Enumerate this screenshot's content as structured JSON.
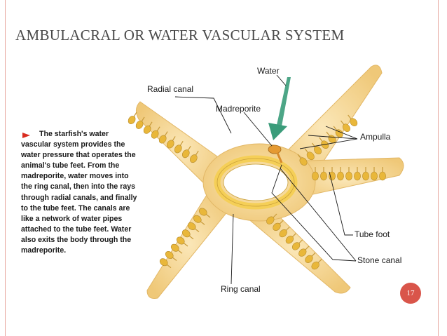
{
  "slide": {
    "title": "AMBULACRAL OR WATER VASCULAR SYSTEM",
    "page_number": "17"
  },
  "figure": {
    "caption": "The starfish's water vascular system provides the water pressure that operates the animal's tube feet. From the madreporite, water moves into the ring canal, then into the rays through radial canals, and finally to the tube feet. The canals are like a network of water pipes attached to the tube feet. Water also exits the body through the madreporite.",
    "labels": {
      "water": "Water",
      "radial_canal": "Radial canal",
      "madreporite": "Madreporite",
      "ampulla": "Ampulla",
      "tube_foot": "Tube foot",
      "stone_canal": "Stone canal",
      "ring_canal": "Ring canal"
    }
  },
  "colors": {
    "accent": "#d9554a",
    "water_arrow": "#3a9c7a",
    "starfish_body": "#f2d38e",
    "ampulla": "#e9b73a"
  }
}
